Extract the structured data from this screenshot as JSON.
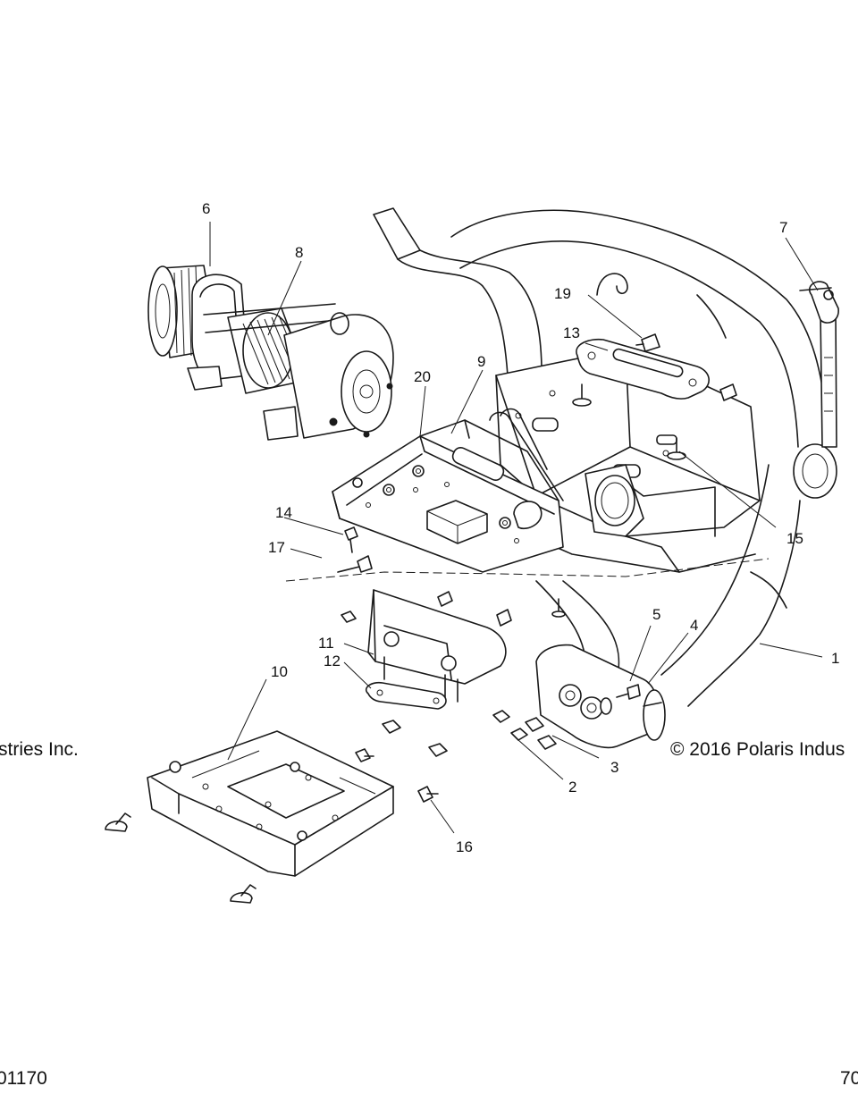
{
  "copyright_left": "stries Inc.",
  "copyright_right": "© 2016 Polaris Indus",
  "footer_left": "01170",
  "footer_right": "70",
  "callouts": {
    "c1": "1",
    "c2": "2",
    "c3": "3",
    "c4": "4",
    "c5": "5",
    "c6": "6",
    "c7": "7",
    "c8": "8",
    "c9": "9",
    "c10": "10",
    "c11": "11",
    "c12": "12",
    "c13": "13",
    "c14": "14",
    "c15": "15",
    "c16": "16",
    "c17": "17",
    "c19": "19",
    "c20": "20"
  }
}
